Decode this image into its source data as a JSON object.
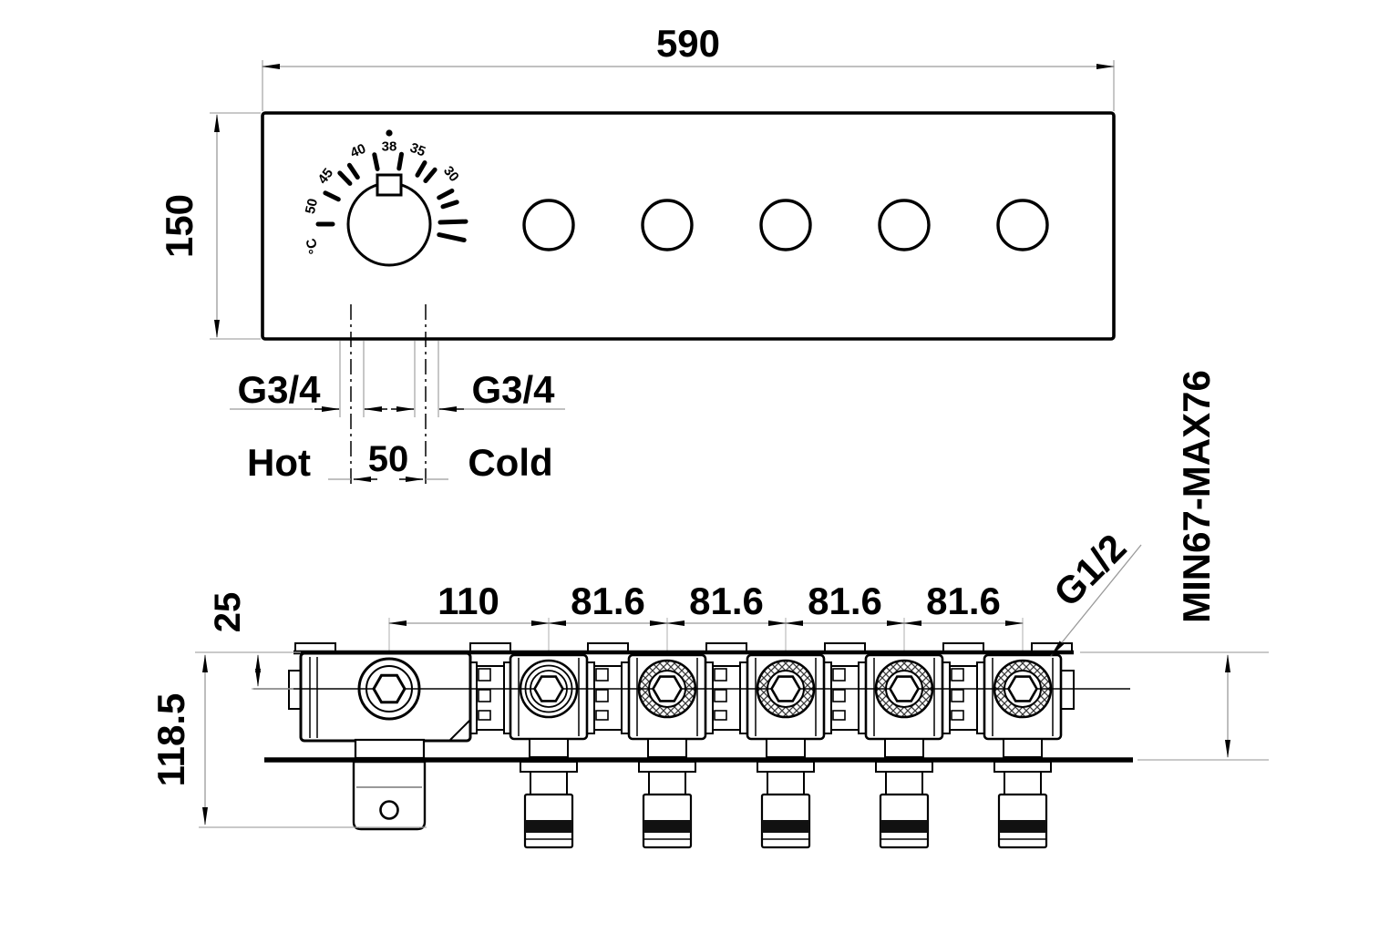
{
  "front_view": {
    "width_dim": "590",
    "height_dim": "150",
    "inlets": {
      "hot_thread": "G3/4",
      "cold_thread": "G3/4",
      "hot_label": "Hot",
      "cold_label": "Cold",
      "spacing_dim": "50"
    },
    "dial": {
      "labels": {
        "d38": "38",
        "d35": "35",
        "d30": "30",
        "d40": "40",
        "d45": "45",
        "d50": "50",
        "unit": "°C"
      }
    },
    "button_count": "5"
  },
  "bottom_view": {
    "center_offset_dim": "25",
    "body_height_dim": "118.5",
    "first_pitch_dim": "110",
    "pitch_dims": [
      "81.6",
      "81.6",
      "81.6",
      "81.6"
    ],
    "outlet_thread": "G1/2",
    "mounting_depth": "MIN67-MAX76"
  },
  "colors": {
    "line": "#000000",
    "dim": "#9a9a9a",
    "background": "#ffffff"
  }
}
